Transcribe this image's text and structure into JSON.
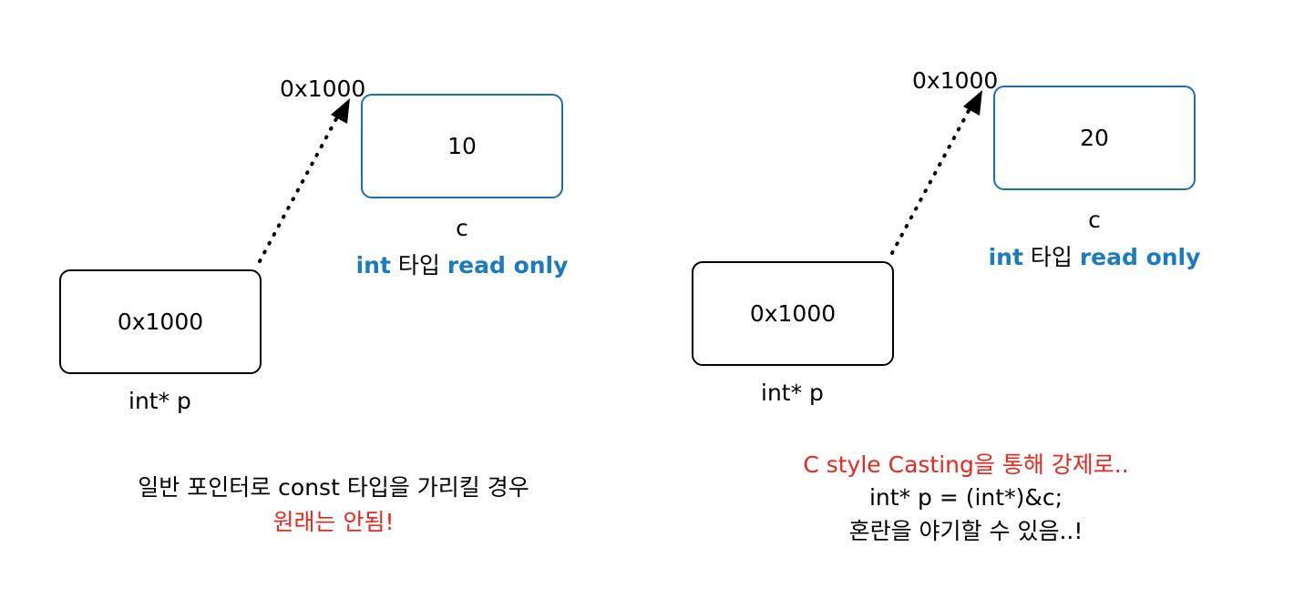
{
  "left": {
    "address_label": "0x1000",
    "c_box_value": "10",
    "c_name": "c",
    "c_type": {
      "int_word": "int",
      "middle": " 타입 ",
      "read_only": "read only"
    },
    "p_box_value": "0x1000",
    "p_name": "int* p",
    "caption_line1": "일반 포인터로 const 타입을 가리킬 경우",
    "caption_line2": "원래는 안됨!"
  },
  "right": {
    "address_label": "0x1000",
    "c_box_value": "20",
    "c_name": "c",
    "c_type": {
      "int_word": "int",
      "middle": " 타입 ",
      "read_only": "read only"
    },
    "p_box_value": "0x1000",
    "p_name": "int* p",
    "caption_line1": "C style Casting을 통해 강제로..",
    "caption_line2": "int* p = (int*)&c;",
    "caption_line3": "혼란을 야기할 수 있음..!"
  },
  "colors": {
    "accent_blue": "#1a7bc0",
    "box_blue_border": "#1a6fb0",
    "warning_red": "#e8281e"
  }
}
